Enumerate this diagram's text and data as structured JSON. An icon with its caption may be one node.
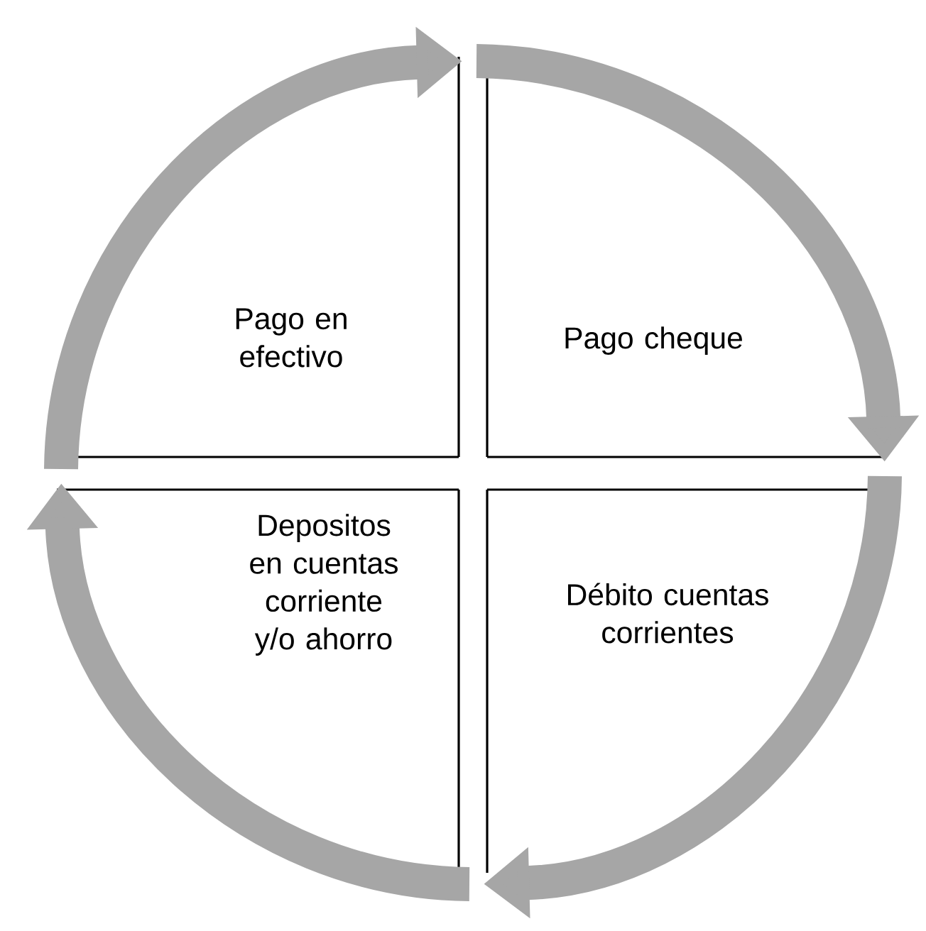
{
  "diagram": {
    "nodes": [
      {
        "text": [
          "Pago en efectivo"
        ]
      },
      {
        "text": [
          "Pago cheque"
        ]
      },
      {
        "text": [
          "Depositos en cuentas corriente y/o ahorro"
        ]
      },
      {
        "text": [
          "Débito cuentas corrientes"
        ]
      }
    ],
    "edges": [
      {
        "from": 2,
        "to": 0,
        "arrow": "to"
      },
      {
        "from": 0,
        "to": 1,
        "arrow": "to"
      },
      {
        "from": 1,
        "to": 3,
        "arrow": "to"
      },
      {
        "from": 3,
        "to": 2,
        "arrow": "to"
      }
    ]
  }
}
